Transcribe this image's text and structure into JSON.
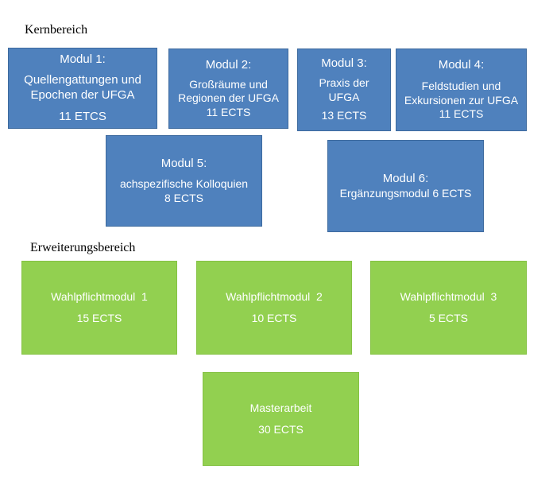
{
  "colors": {
    "core": "#4f81bd",
    "extension": "#92d050"
  },
  "core": {
    "label": "Kernbereich",
    "modules": [
      {
        "title": "Modul 1:",
        "lines": [
          "Quellengattungen und",
          "Epochen der UFGA"
        ],
        "ects": "11 ETCS"
      },
      {
        "title": "Modul 2:",
        "lines": [
          "Großräume und",
          "Regionen der UFGA"
        ],
        "ects": "11 ECTS"
      },
      {
        "title": "Modul 3:",
        "lines": [
          "Praxis der",
          "UFGA"
        ],
        "ects": "13 ECTS"
      },
      {
        "title": "Modul 4:",
        "lines": [
          "Feldstudien und",
          "Exkursionen zur UFGA"
        ],
        "ects": "11 ECTS"
      },
      {
        "title": "Modul 5:",
        "lines": [
          "achspezifische Kolloquien"
        ],
        "ects": "8 ECTS"
      },
      {
        "title": "Modul 6:",
        "lines": [
          "Ergänzungsmodul 6 ECTS"
        ],
        "ects": ""
      }
    ]
  },
  "extension": {
    "label": "Erweiterungsbereich",
    "modules": [
      {
        "title": "Wahlpflichtmodul  1",
        "ects": "15 ECTS"
      },
      {
        "title": "Wahlpflichtmodul  2",
        "ects": "10 ECTS"
      },
      {
        "title": "Wahlpflichtmodul  3",
        "ects": "5 ECTS"
      },
      {
        "title": "Masterarbeit",
        "ects": "30 ECTS"
      }
    ]
  }
}
